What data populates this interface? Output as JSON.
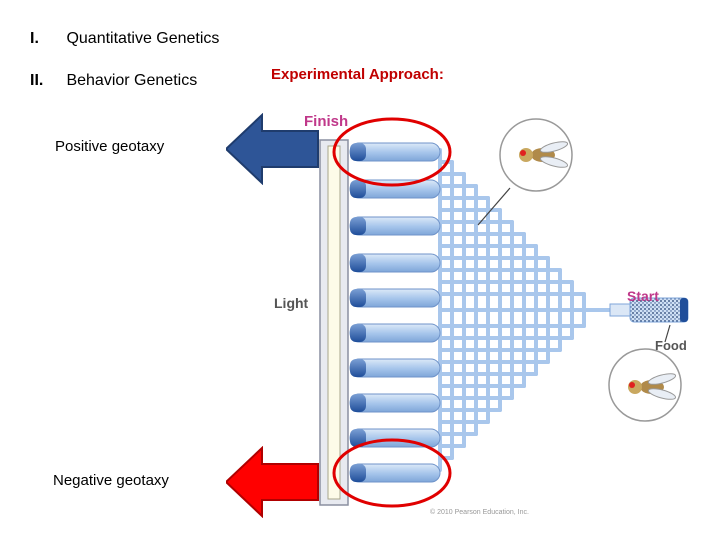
{
  "outline": [
    {
      "num": "I.",
      "text": "Quantitative Genetics"
    },
    {
      "num": "II.",
      "text": "Behavior Genetics"
    }
  ],
  "approach_title": "Experimental Approach:",
  "positive_label": "Positive geotaxy",
  "negative_label": "Negative geotaxy",
  "figure": {
    "finish": "Finish",
    "start": "Start",
    "light": "Light",
    "food": "Food",
    "copyright": "© 2010 Pearson Education, Inc."
  },
  "colors": {
    "positive_arrow": "#2e5597",
    "negative_arrow": "#ff0000",
    "highlight": "#e00000",
    "tube": "#8fb4e3",
    "finish_text": "#c0388a",
    "start_text": "#c0388a"
  },
  "icons": {
    "fly": "fruit-fly-icon"
  }
}
